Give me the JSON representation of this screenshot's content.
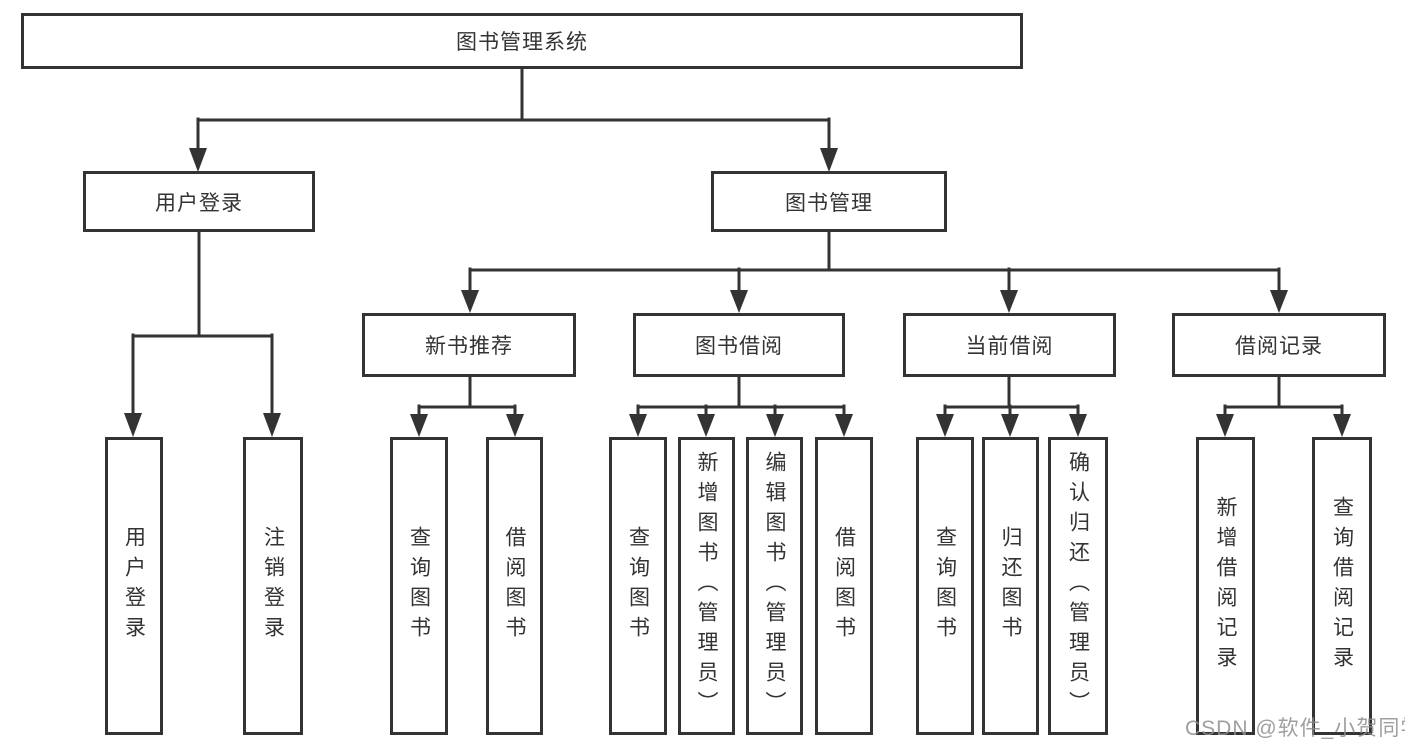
{
  "diagram": {
    "root": {
      "label": "图书管理系统"
    },
    "branches": [
      {
        "label": "用户登录",
        "children": [
          {
            "label": "用户登录"
          },
          {
            "label": "注销登录"
          }
        ]
      },
      {
        "label": "图书管理",
        "children": [
          {
            "label": "新书推荐",
            "children": [
              {
                "label": "查询图书"
              },
              {
                "label": "借阅图书"
              }
            ]
          },
          {
            "label": "图书借阅",
            "children": [
              {
                "label": "查询图书"
              },
              {
                "label": "新增图书（管理员）"
              },
              {
                "label": "编辑图书（管理员）"
              },
              {
                "label": "借阅图书"
              }
            ]
          },
          {
            "label": "当前借阅",
            "children": [
              {
                "label": "查询图书"
              },
              {
                "label": "归还图书"
              },
              {
                "label": "确认归还（管理员）"
              }
            ]
          },
          {
            "label": "借阅记录",
            "children": [
              {
                "label": "新增借阅记录"
              },
              {
                "label": "查询借阅记录"
              }
            ]
          }
        ]
      }
    ]
  },
  "watermark": {
    "text": "CSDN @软件_小贺同学"
  },
  "colors": {
    "line": "#333333",
    "text": "#333333",
    "box_fill": "#ffffff",
    "background": "#ffffff",
    "watermark": "#8e8e8e"
  }
}
